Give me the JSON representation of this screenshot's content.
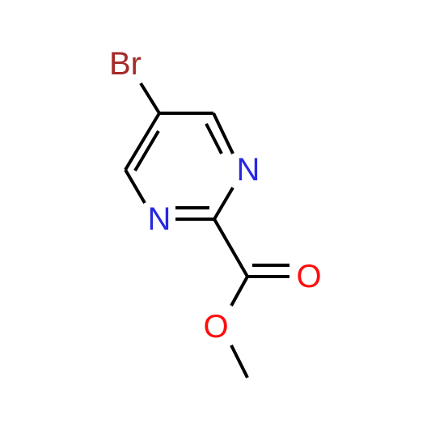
{
  "molecule": {
    "atoms": [
      {
        "id": "br",
        "symbol": "Br",
        "color": "#a52a2a"
      },
      {
        "id": "n_upper",
        "symbol": "N",
        "color": "#2828e0"
      },
      {
        "id": "n_lower",
        "symbol": "N",
        "color": "#2828e0"
      },
      {
        "id": "o_carbonyl",
        "symbol": "O",
        "color": "#ff0d0d"
      },
      {
        "id": "o_ester",
        "symbol": "O",
        "color": "#ff0d0d"
      }
    ]
  }
}
